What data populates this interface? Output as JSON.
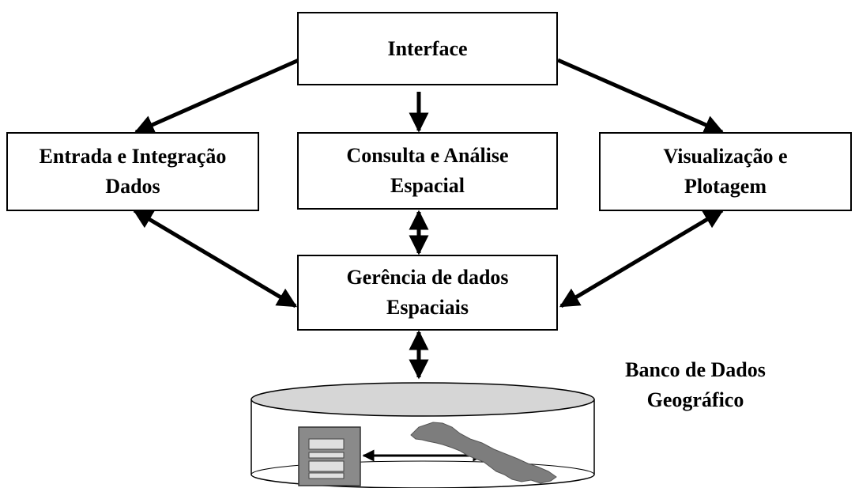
{
  "boxes": {
    "interface": {
      "line1": "Interface"
    },
    "entrada": {
      "line1": "Entrada e Integração",
      "line2": "Dados"
    },
    "consulta": {
      "line1": "Consulta e Análise",
      "line2": "Espacial"
    },
    "visualizacao": {
      "line1": "Visualização e",
      "line2": "Plotagem"
    },
    "gerencia": {
      "line1": "Gerência de dados",
      "line2": "Espaciais"
    }
  },
  "database": {
    "line1": "Banco de Dados",
    "line2": "Geográfico"
  }
}
